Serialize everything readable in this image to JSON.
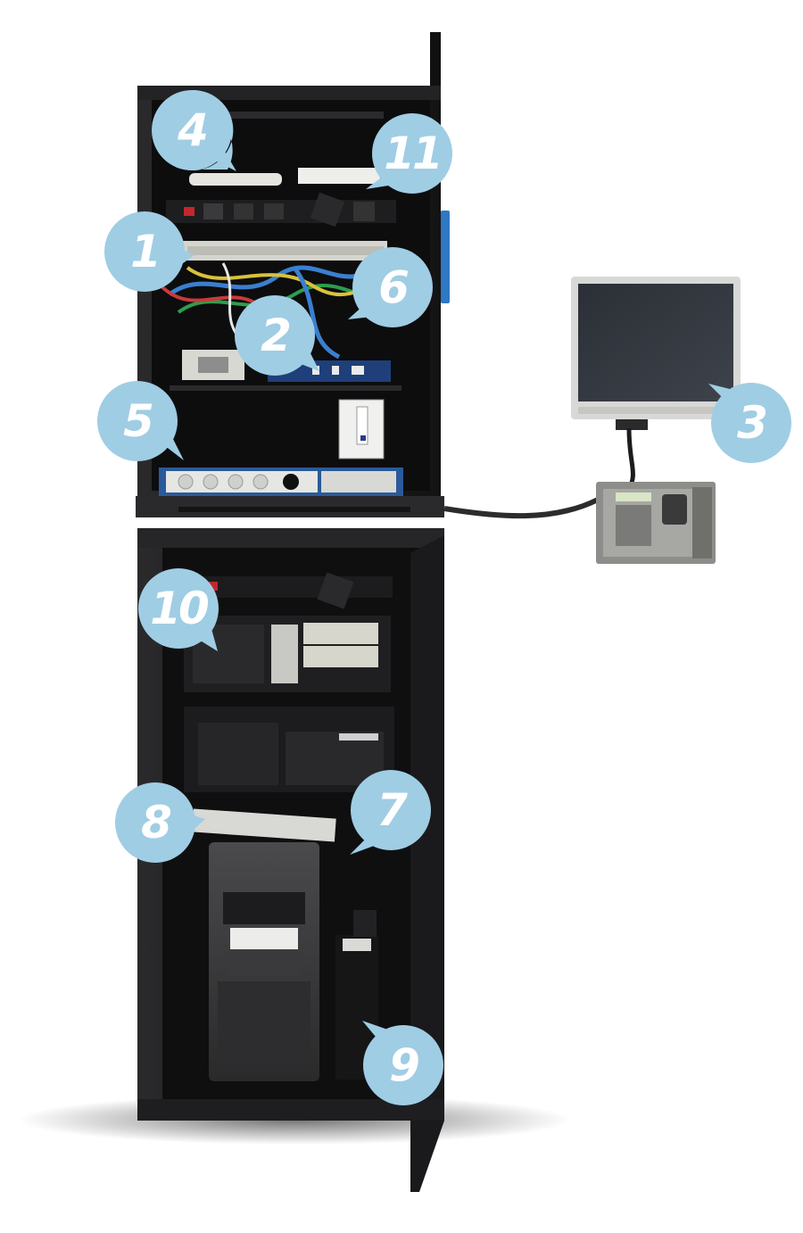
{
  "callouts": [
    {
      "id": "1",
      "label": "1"
    },
    {
      "id": "2",
      "label": "2"
    },
    {
      "id": "3",
      "label": "3"
    },
    {
      "id": "4",
      "label": "4"
    },
    {
      "id": "5",
      "label": "5"
    },
    {
      "id": "6",
      "label": "6"
    },
    {
      "id": "7",
      "label": "7"
    },
    {
      "id": "8",
      "label": "8"
    },
    {
      "id": "9",
      "label": "9"
    },
    {
      "id": "10",
      "label": "10"
    },
    {
      "id": "11",
      "label": "11"
    }
  ],
  "colors": {
    "callout_fill": "#9fcde4",
    "cabinet_dark": "#1b1b1d",
    "monitor_frame": "#d8d8d6",
    "background": "#ffffff"
  }
}
